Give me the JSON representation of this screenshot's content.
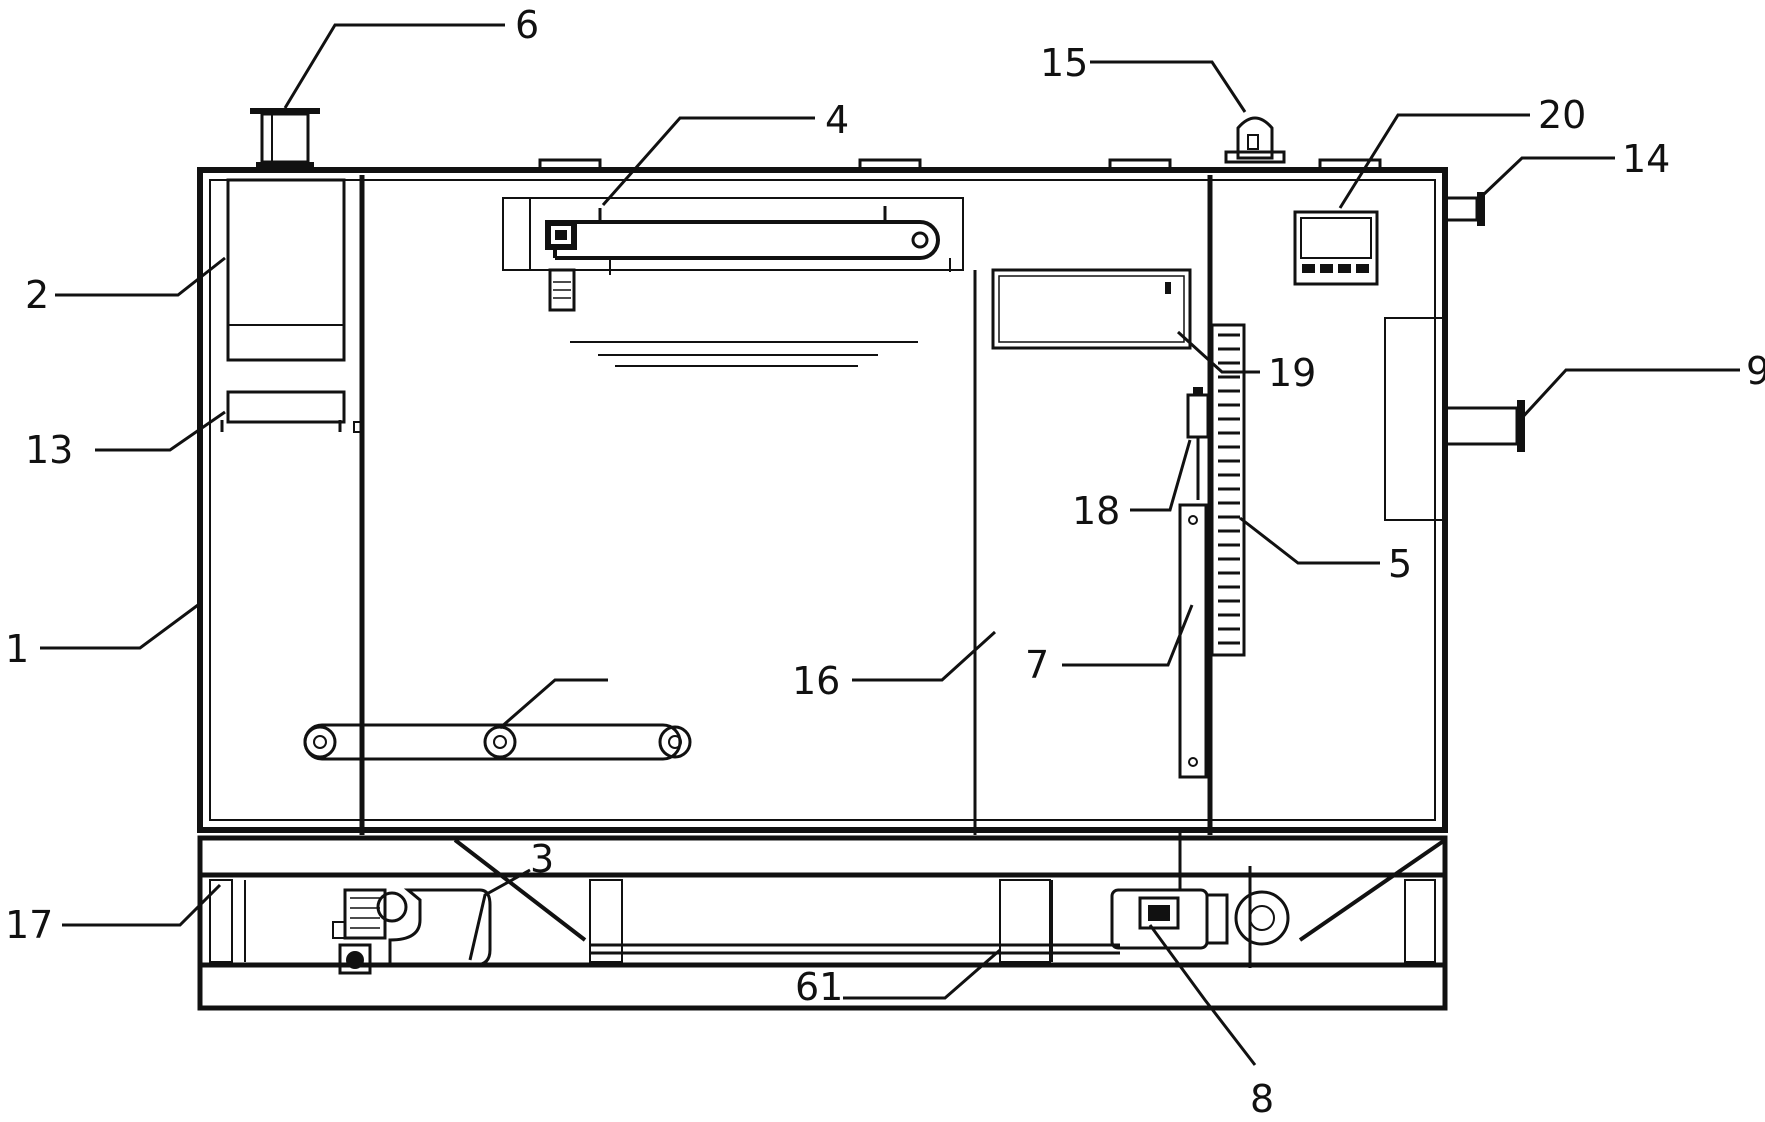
{
  "diagram": {
    "callouts": [
      {
        "id": "1",
        "label": "1"
      },
      {
        "id": "2",
        "label": "2"
      },
      {
        "id": "3",
        "label": "3"
      },
      {
        "id": "4",
        "label": "4"
      },
      {
        "id": "5",
        "label": "5"
      },
      {
        "id": "6",
        "label": "6"
      },
      {
        "id": "7",
        "label": "7"
      },
      {
        "id": "8",
        "label": "8"
      },
      {
        "id": "9",
        "label": "9"
      },
      {
        "id": "13",
        "label": "13"
      },
      {
        "id": "14",
        "label": "14"
      },
      {
        "id": "15",
        "label": "15"
      },
      {
        "id": "16",
        "label": "16"
      },
      {
        "id": "17",
        "label": "17"
      },
      {
        "id": "18",
        "label": "18"
      },
      {
        "id": "19",
        "label": "19"
      },
      {
        "id": "20",
        "label": "20"
      },
      {
        "id": "61",
        "label": "61"
      }
    ]
  }
}
